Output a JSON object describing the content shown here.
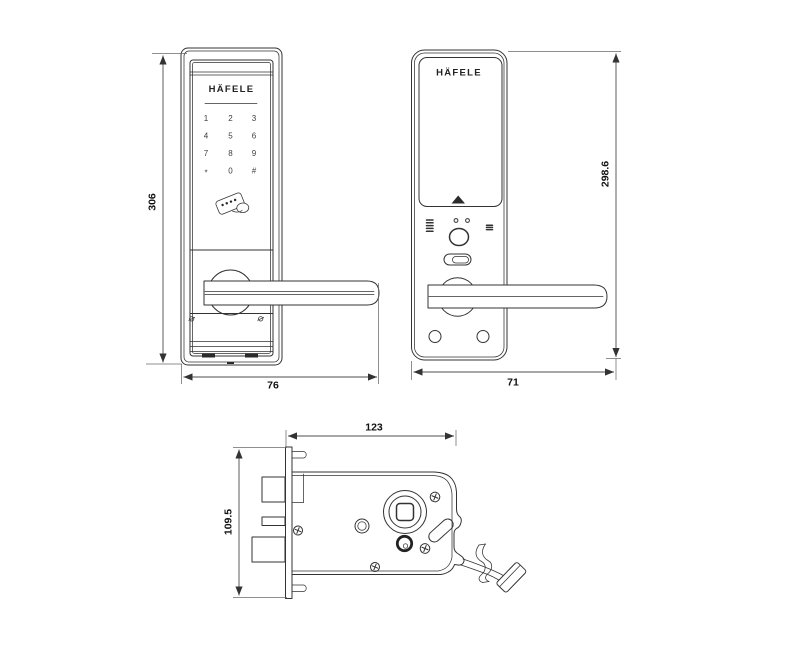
{
  "colors": {
    "line": "#333333",
    "dim_line": "#4c4c4c",
    "text": "#111111",
    "background": "#ffffff"
  },
  "front_view": {
    "brand": "HÄFELE",
    "keys": [
      "1",
      "2",
      "3",
      "4",
      "5",
      "6",
      "7",
      "8",
      "9",
      "*",
      "0",
      "#"
    ],
    "dim_height": "306",
    "dim_width": "76"
  },
  "rear_view": {
    "brand": "HÄFELE",
    "dim_height": "298.6",
    "dim_width": "71"
  },
  "mortise_view": {
    "dim_width": "123",
    "dim_height": "109.5"
  }
}
